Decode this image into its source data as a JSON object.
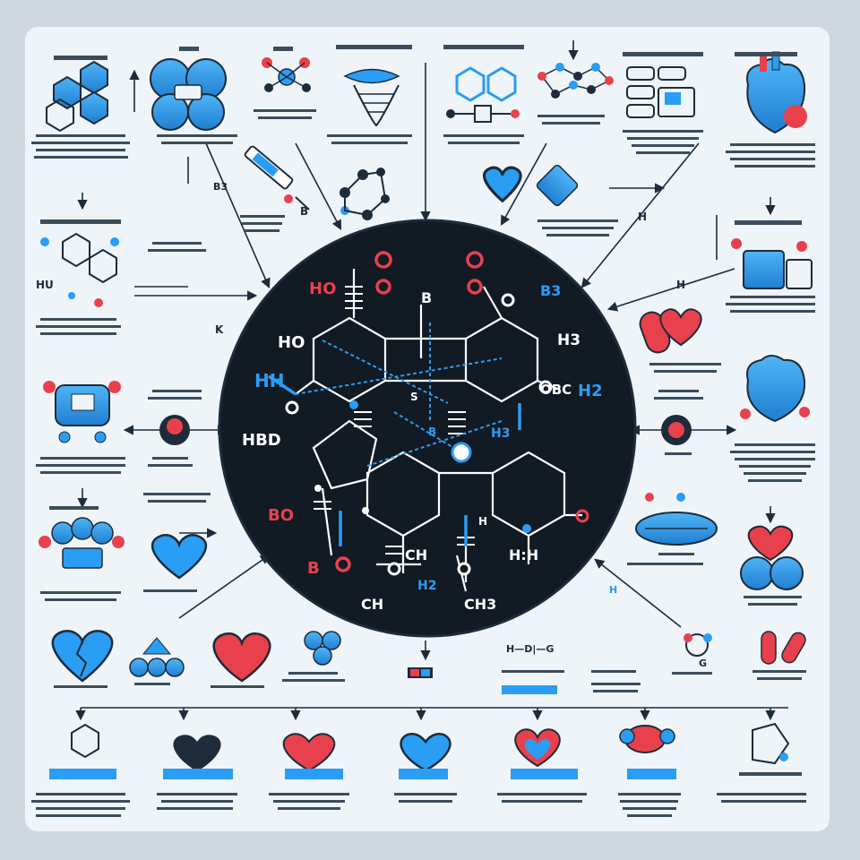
{
  "colors": {
    "background": "#cfd8de",
    "card": "#eef4f8",
    "circle": "#121a24",
    "accent_blue": "#2a9df4",
    "accent_red": "#e8414d",
    "ink": "#1d2b3a"
  },
  "center_labels": {
    "ho_top": "HO",
    "b_top": "B",
    "b3": "B3",
    "ho_mid": "HO",
    "h3_right": "H3",
    "hh_left": "HH",
    "obc": "OBC",
    "h2_right": "H2",
    "hbd": "HBD",
    "h3_mid": "H3",
    "b_mid": "B",
    "h_mid": "H",
    "bo": "BO",
    "hh_low": "H:H",
    "b_low": "B",
    "ch_low": "CH",
    "h2_low": "H2",
    "ch_left": "CH",
    "ch3_right": "CH3",
    "s_mid": "S"
  },
  "side_labels": {
    "b3_mid": "B3",
    "hu": "HU",
    "h_k": "K",
    "h_b": "B",
    "h_top": "H",
    "h_right": "H",
    "hn": "H",
    "hd_g": "H—D|—G",
    "o_g": "G"
  },
  "icons": {
    "hexagon": "hexagon-molecule-icon",
    "cluster": "molecule-cluster-icon",
    "heart": "heart-icon",
    "broken_heart": "broken-heart-icon",
    "anatomical_heart": "anatomical-heart-icon",
    "pill": "pill-capsule-icon",
    "syringe": "syringe-icon",
    "bottle": "medicine-bottle-icon",
    "robot": "robot-icon",
    "lungs": "lungs-icon",
    "dna": "dna-icon",
    "target": "target-icon"
  }
}
